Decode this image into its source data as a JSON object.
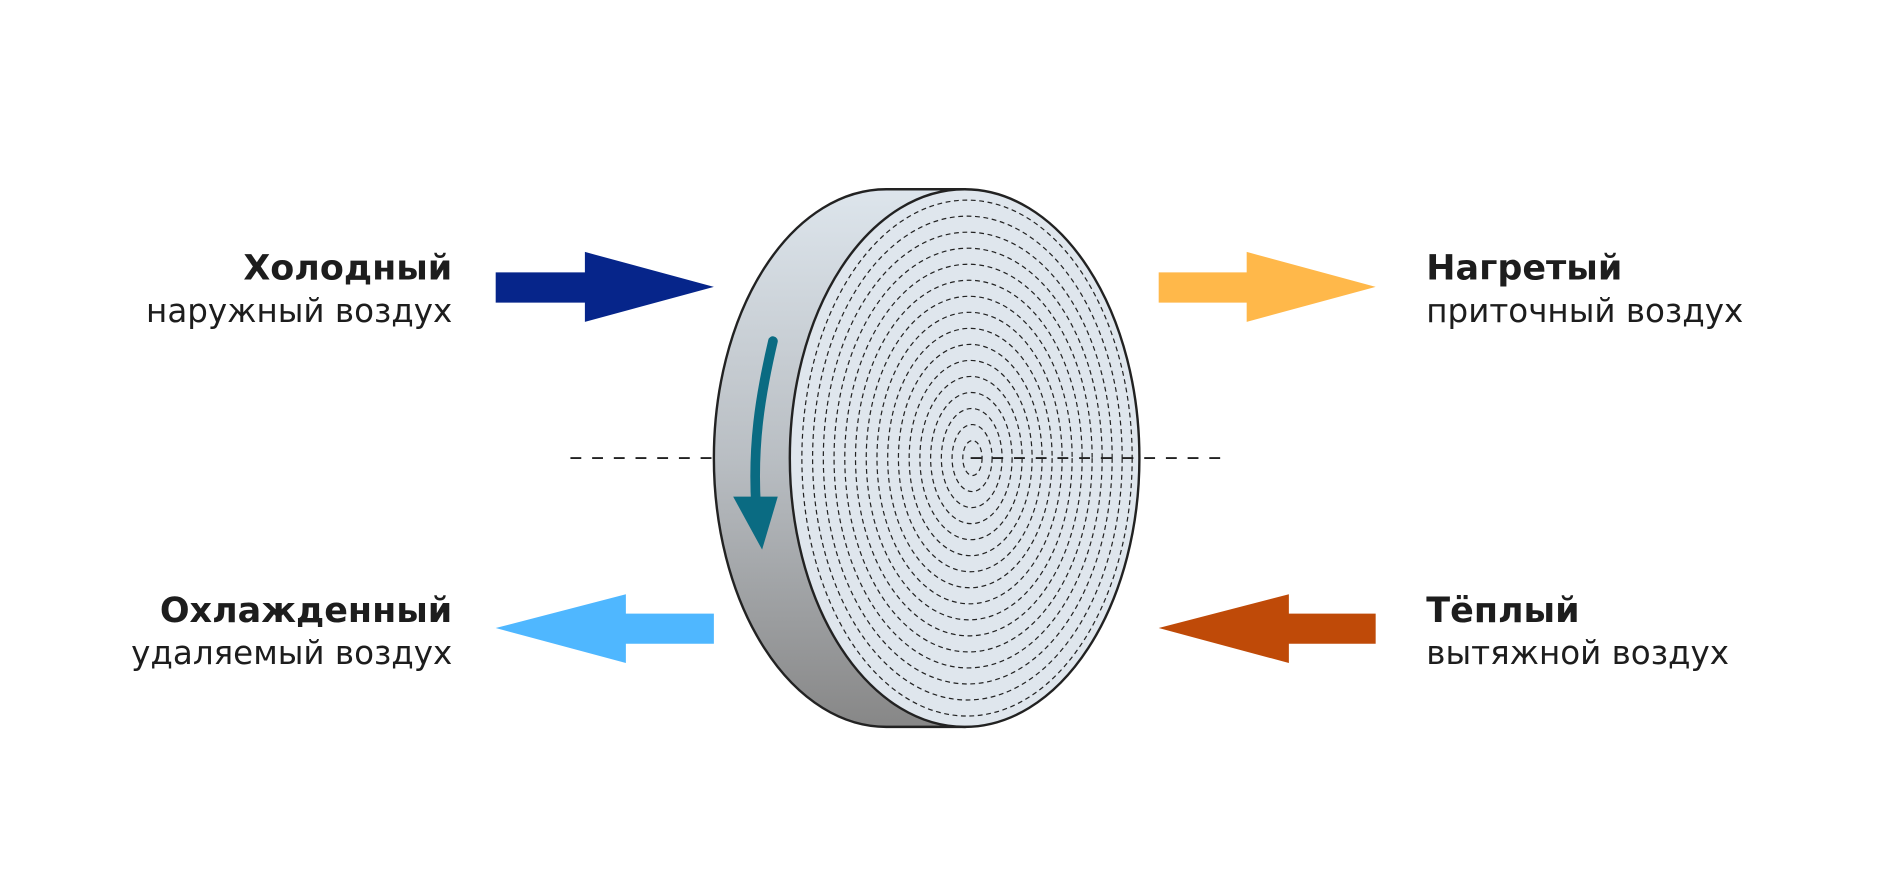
{
  "labels": {
    "top_left": {
      "title": "Холодный",
      "subtitle": "наружный воздух"
    },
    "top_right": {
      "title": "Нагретый",
      "subtitle": "приточный воздух"
    },
    "bottom_left": {
      "title": "Охлажденный",
      "subtitle": "удаляемый воздух"
    },
    "bottom_right": {
      "title": "Тёплый",
      "subtitle": "вытяжной воздух"
    }
  },
  "colors": {
    "cold_outdoor": "#06258a",
    "heated_supply": "#ffb84a",
    "cooled_exhaust": "#4fb7ff",
    "warm_extract": "#bf4a08",
    "rotation": "#0a6b82"
  }
}
